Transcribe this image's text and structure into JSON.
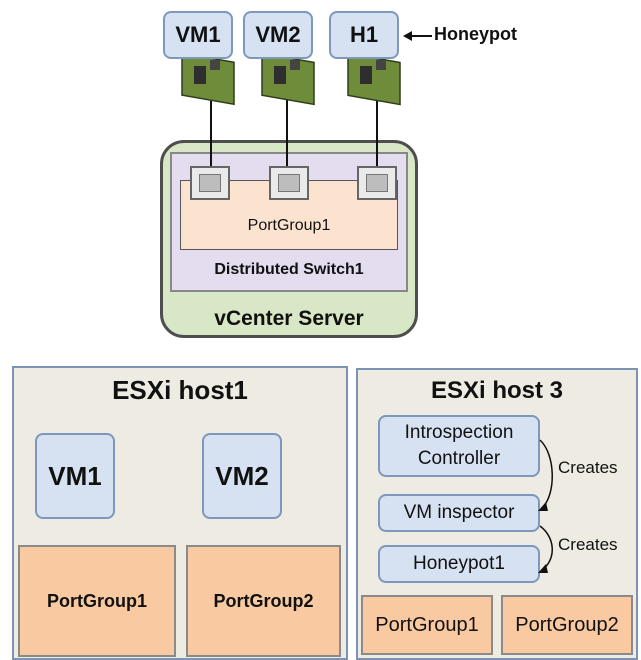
{
  "top": {
    "vms": [
      "VM1",
      "VM2",
      "H1"
    ],
    "honeypot_label": "Honeypot",
    "portgroup_label": "PortGroup1",
    "switch_label": "Distributed Switch1",
    "vcenter_label": "vCenter Server"
  },
  "host1": {
    "title": "ESXi host1",
    "vms": [
      "VM1",
      "VM2"
    ],
    "portgroups": [
      "PortGroup1",
      "PortGroup2"
    ]
  },
  "host3": {
    "title": "ESXi host 3",
    "introspection_line1": "Introspection",
    "introspection_line2": "Controller",
    "inspector": "VM inspector",
    "honeypot": "Honeypot1",
    "creates_1": "Creates",
    "creates_2": "Creates",
    "portgroups": [
      "PortGroup1",
      "PortGroup2"
    ]
  }
}
